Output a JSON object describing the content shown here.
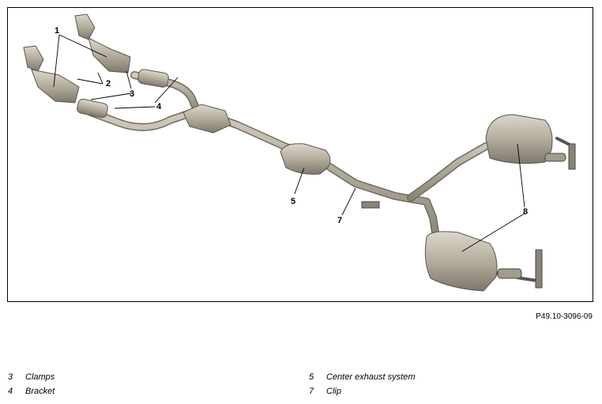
{
  "callouts": {
    "c1": "1",
    "c2": "2",
    "c3": "3",
    "c4": "4",
    "c5": "5",
    "c7": "7",
    "c8": "8"
  },
  "figure_id": "P49.10-3096-09",
  "legend": [
    {
      "num": "3",
      "label": "Clamps"
    },
    {
      "num": "4",
      "label": "Bracket"
    },
    {
      "num": "5",
      "label": "Center exhaust system"
    },
    {
      "num": "7",
      "label": "Clip"
    }
  ],
  "colors": {
    "metal_light": "#c9c3b5",
    "metal_mid": "#a59e8e",
    "metal_dark": "#6f6a60",
    "line": "#000000"
  }
}
